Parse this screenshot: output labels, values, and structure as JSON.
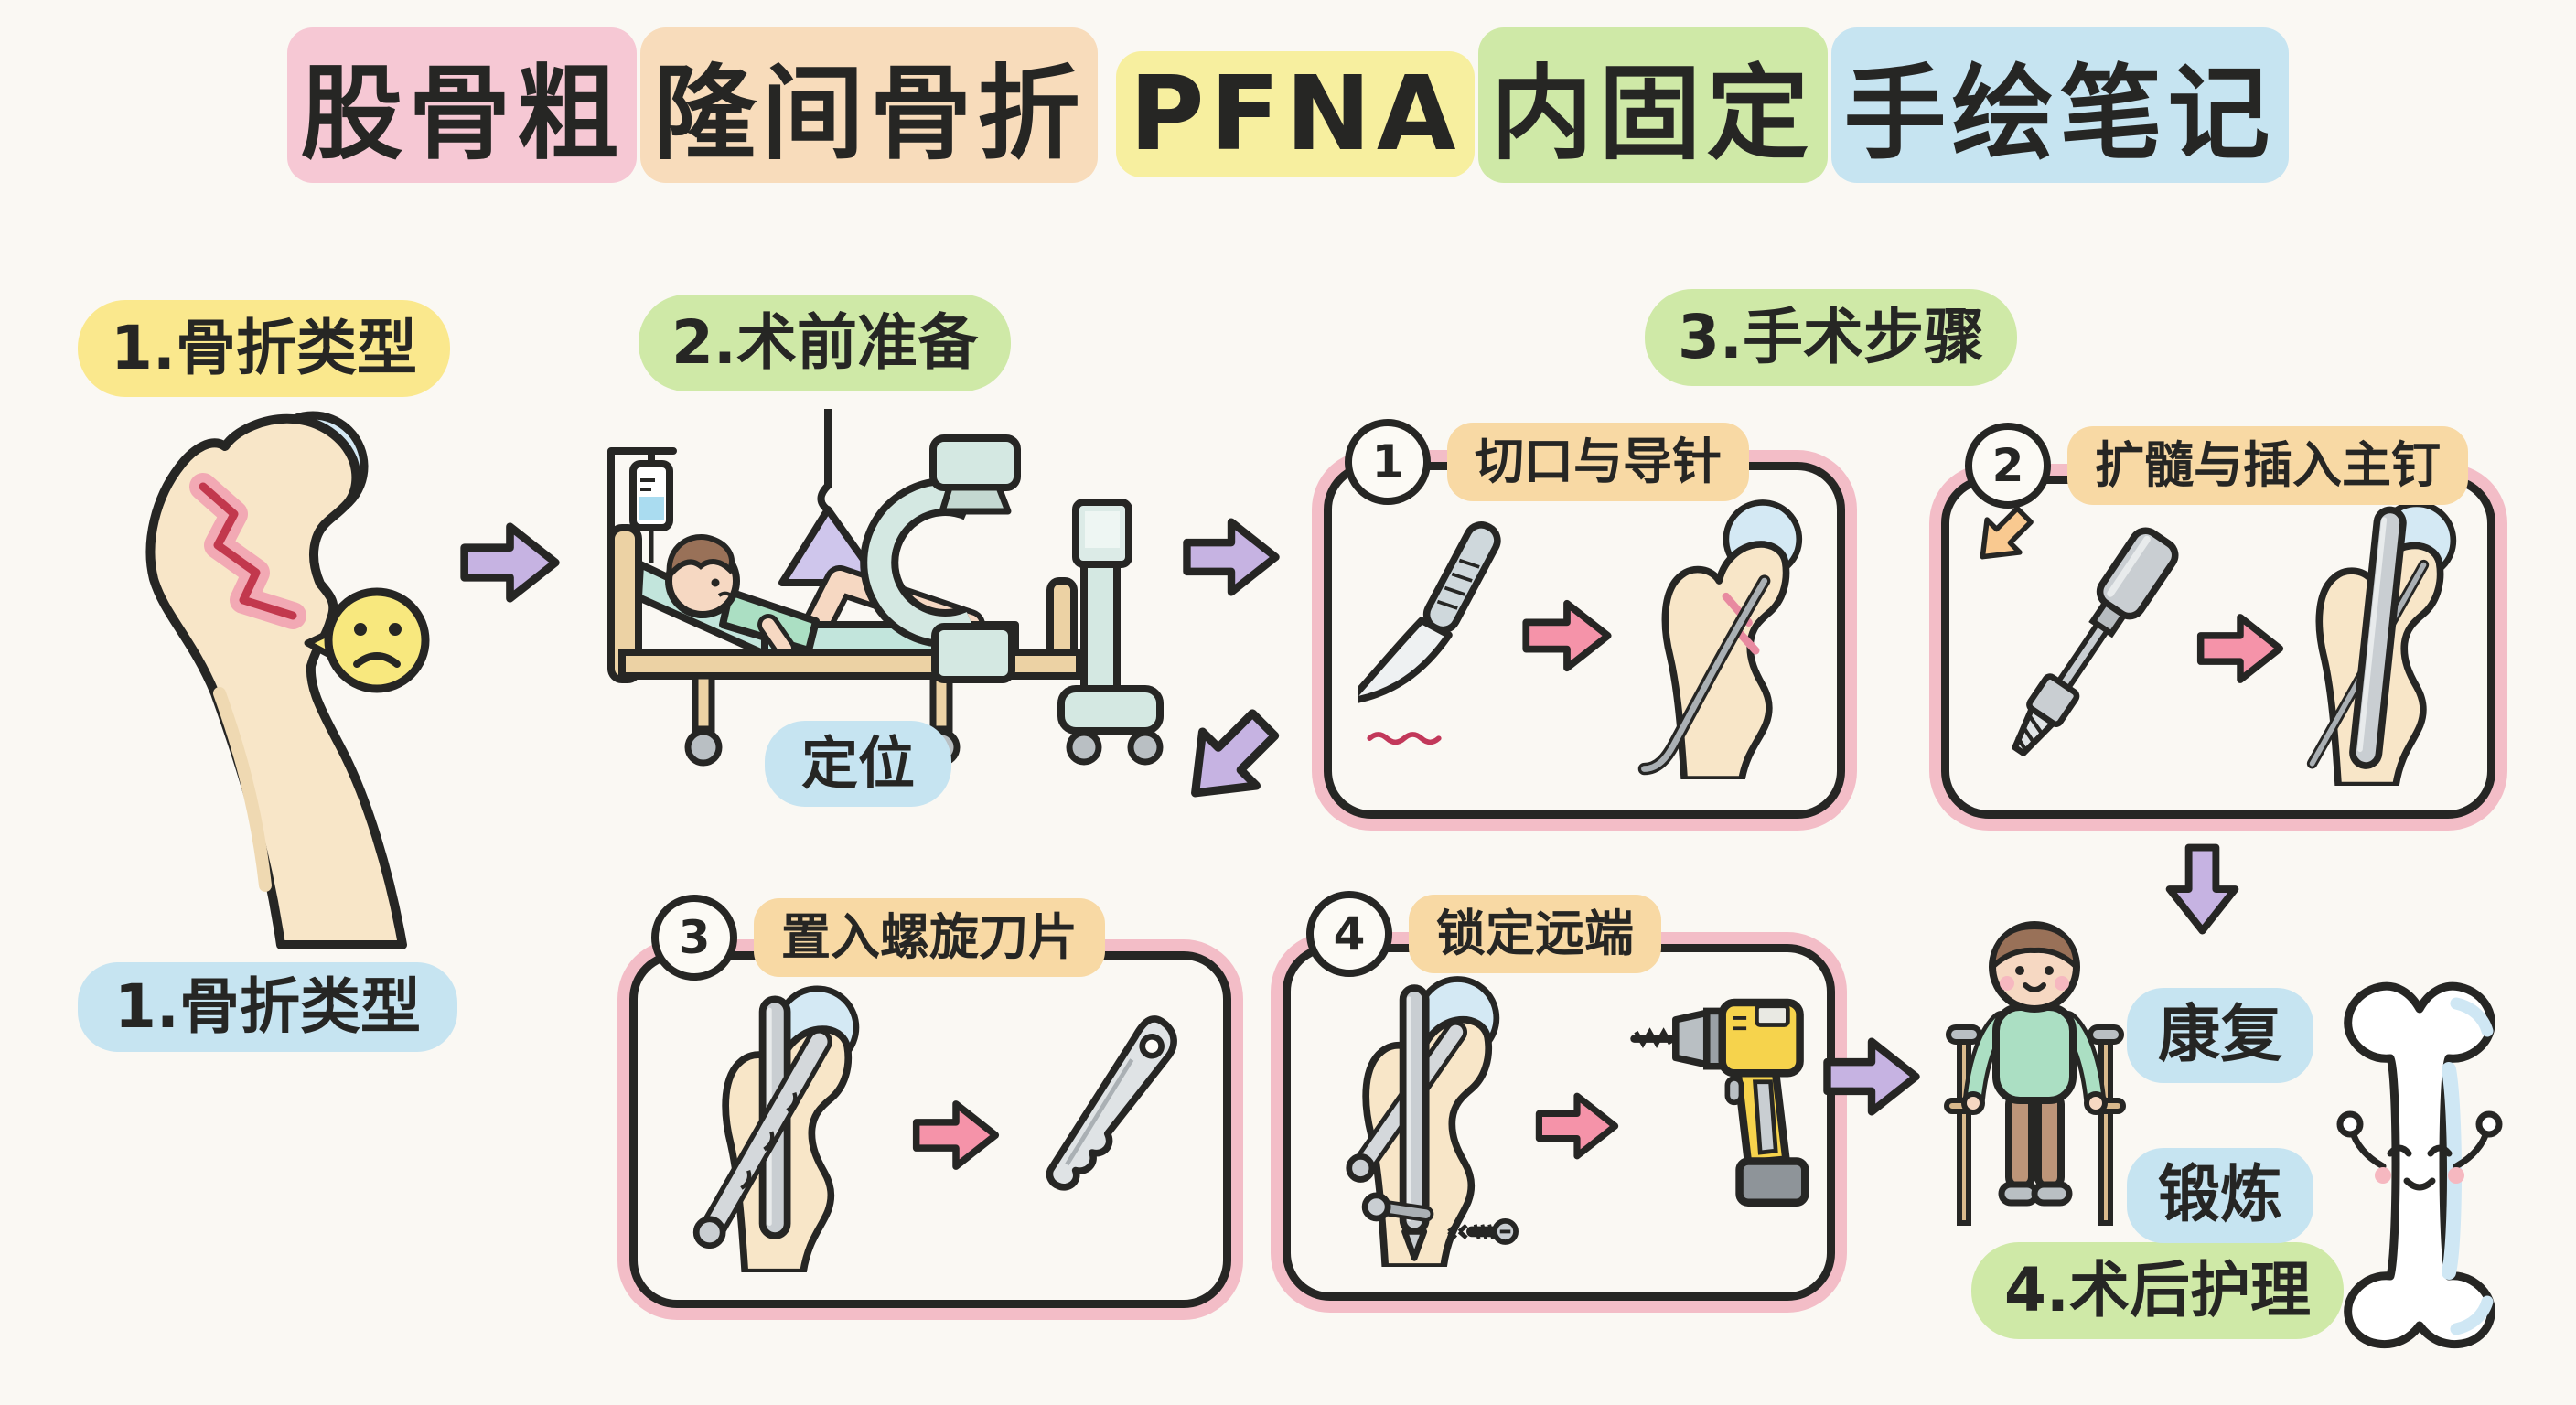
{
  "title": {
    "full": "股骨粗隆间骨折 PFNA内固定手绘笔记",
    "segments": [
      {
        "text": "股骨粗",
        "highlight": "#f6c8d4"
      },
      {
        "text": "隆间骨折",
        "highlight": "#f8dcbb"
      },
      {
        "text": "PFNA",
        "highlight": "#f7ef9f"
      },
      {
        "text": "内固定",
        "highlight": "#cfe9a7"
      },
      {
        "text": "手绘笔记",
        "highlight": "#c6e4f1"
      }
    ]
  },
  "sections": [
    {
      "label": "1.骨折类型",
      "highlight": "#fae88d"
    },
    {
      "label": "2.术前准备",
      "highlight": "#cfe9a7"
    },
    {
      "label": "3.手术步骤",
      "highlight": "#cfe9a7"
    },
    {
      "label": "4.术后护理",
      "highlight": "#cfe9a7"
    }
  ],
  "steps": [
    {
      "num": "1",
      "label": "切口与导针",
      "highlight": "#f8d9a4"
    },
    {
      "num": "2",
      "label": "扩髓与插入主钉",
      "highlight": "#f8d9a4"
    },
    {
      "num": "3",
      "label": "置入螺旋刀片",
      "highlight": "#f8d9a4"
    },
    {
      "num": "4",
      "label": "锁定远端",
      "highlight": "#f8d9a4"
    }
  ],
  "annotations": {
    "positioning": "定位",
    "fracture_type_repeat": "1.骨折类型",
    "positioning_highlight": "#c6e4f1",
    "fracture_type_repeat_highlight": "#c6e4f1",
    "rehab_top": "康复",
    "rehab_bottom": "锻炼",
    "rehab_highlight": "#c6e4f1"
  },
  "palette": {
    "background": "#faf8f3",
    "ink": "#262624",
    "box_border_pink": "#f3bdc7",
    "arrow_purple": "#c6b3e2",
    "arrow_pink": "#f593a9",
    "arrow_orange": "#f9c990",
    "bone_fill": "#f8e6c8",
    "bone_head_blue": "#d4e9f4",
    "fracture_red": "#c2384d",
    "fracture_glow": "#f2a9b4",
    "metal_grey": "#c9ced2",
    "drill_yellow": "#f6d34c",
    "mattress_teal": "#c2e5dc",
    "machine_teal": "#d4e8e2",
    "wood_tan": "#ecd2a4",
    "skin": "#f6d8c2",
    "hair_brown": "#997158",
    "shirt_green": "#abdfc3",
    "pants_brown": "#bd9579",
    "sling_purple": "#cfc6ec",
    "sad_face_yellow": "#f8e87e"
  }
}
